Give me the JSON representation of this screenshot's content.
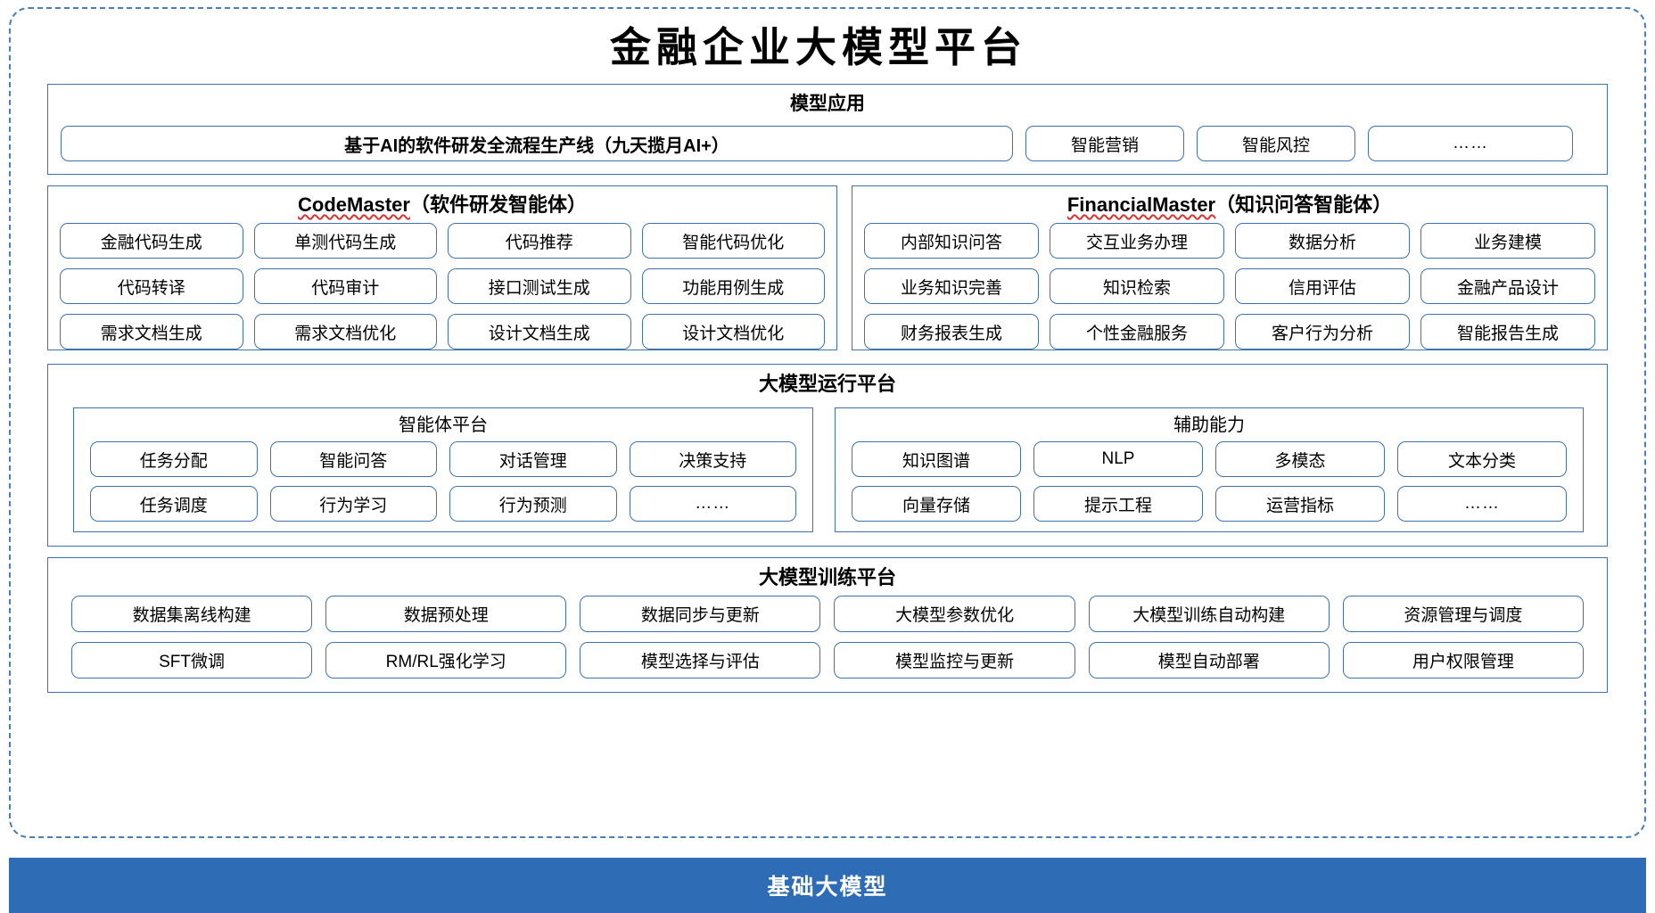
{
  "title": "金融企业大模型平台",
  "colors": {
    "border_blue": "#3f72ad",
    "frame_dashed": "#4a7ebb",
    "foundation_bar": "#2E6CB5",
    "spellcheck_red": "#e03030",
    "text": "#000000"
  },
  "application": {
    "title": "模型应用",
    "chips": [
      {
        "label": "基于AI的软件研发全流程生产线（九天揽月AI+）"
      },
      {
        "label": "智能营销"
      },
      {
        "label": "智能风控"
      },
      {
        "label": "……"
      }
    ]
  },
  "code_master": {
    "title_en": "CodeMaster",
    "title_cn": "（软件研发智能体）",
    "chips": [
      "金融代码生成",
      "单测代码生成",
      "代码推荐",
      "智能代码优化",
      "代码转译",
      "代码审计",
      "接口测试生成",
      "功能用例生成",
      "需求文档生成",
      "需求文档优化",
      "设计文档生成",
      "设计文档优化"
    ]
  },
  "financial_master": {
    "title_en": "FinancialMaster",
    "title_cn": "（知识问答智能体）",
    "chips": [
      "内部知识问答",
      "交互业务办理",
      "数据分析",
      "业务建模",
      "业务知识完善",
      "知识检索",
      "信用评估",
      "金融产品设计",
      "财务报表生成",
      "个性金融服务",
      "客户行为分析",
      "智能报告生成"
    ]
  },
  "runtime": {
    "title": "大模型运行平台",
    "agent_platform": {
      "title": "智能体平台",
      "chips": [
        "任务分配",
        "智能问答",
        "对话管理",
        "决策支持",
        "任务调度",
        "行为学习",
        "行为预测",
        "……"
      ]
    },
    "aux_capability": {
      "title": "辅助能力",
      "chips": [
        "知识图谱",
        "NLP",
        "多模态",
        "文本分类",
        "向量存储",
        "提示工程",
        "运营指标",
        "……"
      ]
    }
  },
  "training": {
    "title": "大模型训练平台",
    "chips": [
      "数据集离线构建",
      "数据预处理",
      "数据同步与更新",
      "大模型参数优化",
      "大模型训练自动构建",
      "资源管理与调度",
      "SFT微调",
      "RM/RL强化学习",
      "模型选择与评估",
      "模型监控与更新",
      "模型自动部署",
      "用户权限管理"
    ]
  },
  "foundation": {
    "label": "基础大模型"
  }
}
